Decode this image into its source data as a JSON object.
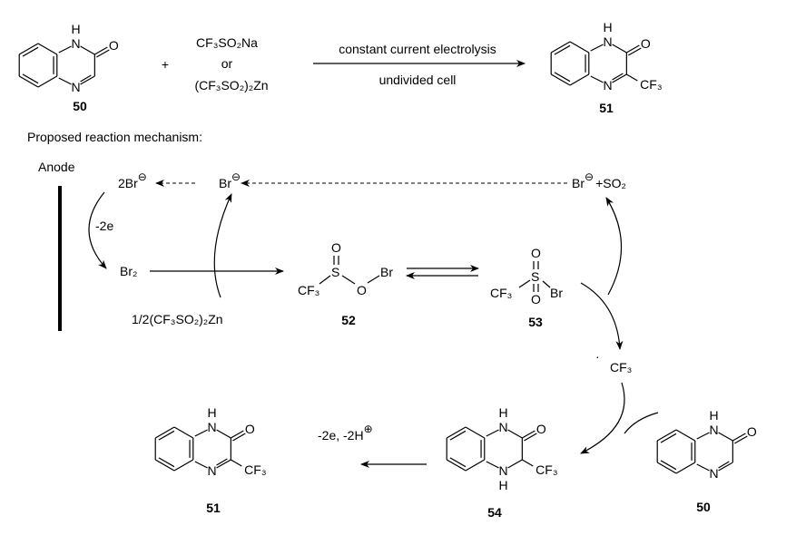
{
  "reaction": {
    "reactant_label": "50",
    "plus": "+",
    "reagent_1": "CF₃SO₂Na",
    "reagent_or": "or",
    "reagent_2": "(CF₃SO₂)₂Zn",
    "condition_above": "constant current electrolysis",
    "condition_below": "undivided cell",
    "product_label": "51"
  },
  "mechanism": {
    "title": "Proposed reaction mechanism:",
    "anode": "Anode",
    "two_br": "2Br",
    "br": "Br",
    "br_so2_br": "Br",
    "so2": "+SO₂",
    "minus_sign": "⊖",
    "minus_2e": "-2e",
    "br2": "Br₂",
    "zn_reagent": "1/2(CF₃SO₂)₂Zn",
    "label_52": "52",
    "label_53": "53",
    "label_54": "54",
    "label_50": "50",
    "label_51": "51",
    "cf3_radical": "CF₃",
    "radical_dot": "·",
    "oxidation": "-2e, -2H",
    "plus_sign": "⊕"
  },
  "atoms": {
    "N": "N",
    "H": "H",
    "O": "O",
    "S": "S",
    "Br": "Br",
    "CF3": "CF₃"
  }
}
